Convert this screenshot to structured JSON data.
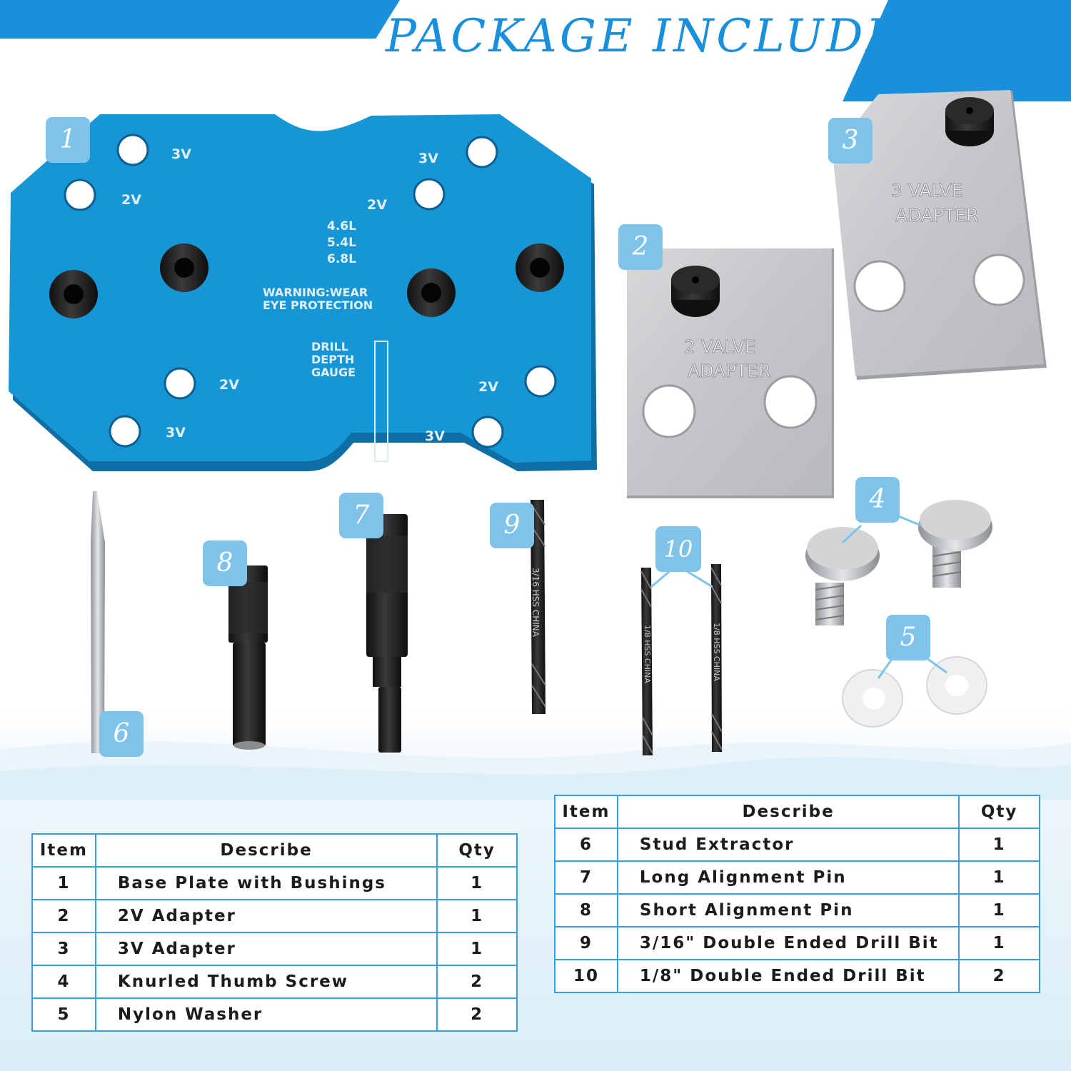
{
  "header": {
    "title": "PACKAGE INCLUDES"
  },
  "badges": [
    "1",
    "2",
    "3",
    "4",
    "5",
    "6",
    "7",
    "8",
    "9",
    "10"
  ],
  "base_plate": {
    "labels_3v": [
      "3V",
      "3V",
      "3V",
      "3V"
    ],
    "labels_2v": [
      "2V",
      "2V",
      "2V",
      "2V"
    ],
    "engines": [
      "4.6L",
      "5.4L",
      "6.8L"
    ],
    "warning": [
      "WARNING:WEAR",
      "EYE PROTECTION"
    ],
    "gauge": [
      "DRILL",
      "DEPTH",
      "GAUGE"
    ]
  },
  "adapter_2v": {
    "lines": [
      "2 VALVE",
      "ADAPTER"
    ]
  },
  "adapter_3v": {
    "lines": [
      "3 VALVE",
      "ADAPTER"
    ]
  },
  "drill_bits": {
    "bit_9": "3/16 HSS CHINA",
    "bit_10a": "1/8 HSS CHINA",
    "bit_10b": "1/8 HSS CHINA"
  },
  "table_left": {
    "headers": [
      "Item",
      "Describe",
      "Qty"
    ],
    "rows": [
      [
        "1",
        "Base Plate with Bushings",
        "1"
      ],
      [
        "2",
        "2V Adapter",
        "1"
      ],
      [
        "3",
        "3V Adapter",
        "1"
      ],
      [
        "4",
        "Knurled Thumb Screw",
        "2"
      ],
      [
        "5",
        "Nylon Washer",
        "2"
      ]
    ]
  },
  "table_right": {
    "headers": [
      "Item",
      "Describe",
      "Qty"
    ],
    "rows": [
      [
        "6",
        "Stud Extractor",
        "1"
      ],
      [
        "7",
        "Long Alignment Pin",
        "1"
      ],
      [
        "8",
        "Short Alignment Pin",
        "1"
      ],
      [
        "9",
        "3/16\" Double Ended Drill Bit",
        "1"
      ],
      [
        "10",
        "1/8\" Double Ended Drill Bit",
        "2"
      ]
    ]
  },
  "colors": {
    "accent": "#1a8fdc",
    "plate_blue": "#1796d6",
    "badge": "#7fc3ea",
    "table_border": "#3a9fe0",
    "aluminum": "#c9cbcd"
  }
}
